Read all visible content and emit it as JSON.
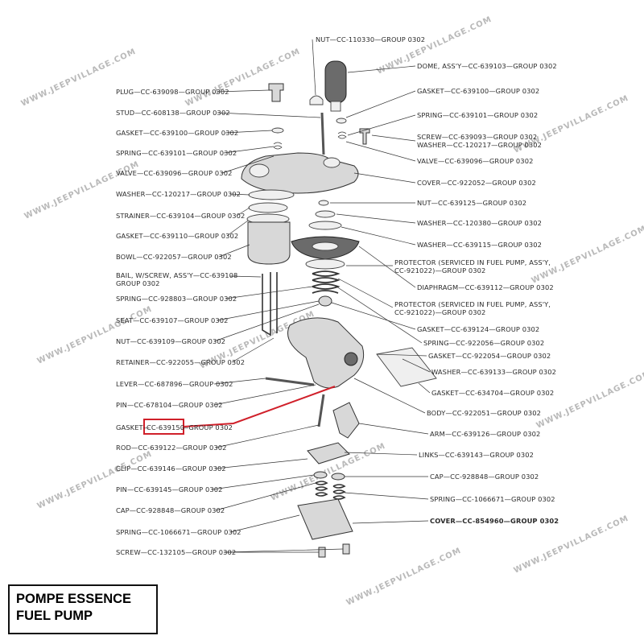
{
  "title": {
    "line1": "POMPE ESSENCE",
    "line2": "FUEL PUMP"
  },
  "watermark": "WWW.JEEPVILLAGE.COM",
  "highlight_color": "#d0202a",
  "highlight_part": "CC-639150",
  "left_labels": [
    {
      "text": "PLUG—CC-639098—GROUP 0302"
    },
    {
      "text": "STUD—CC-608138—GROUP 0302"
    },
    {
      "text": "GASKET—CC-639100—GROUP 0302"
    },
    {
      "text": "SPRING—CC-639101—GROUP 0302"
    },
    {
      "text": "VALVE—CC-639096—GROUP 0302"
    },
    {
      "text": "WASHER—CC-120217—GROUP 0302"
    },
    {
      "text": "STRAINER—CC-639104—GROUP 0302"
    },
    {
      "text": "GASKET—CC-639110—GROUP 0302"
    },
    {
      "text": "BOWL—CC-922057—GROUP 0302"
    },
    {
      "text": "BAIL, W/SCREW, ASS'Y—CC-639108"
    },
    {
      "text": "GROUP 0302"
    },
    {
      "text": "SPRING—CC-928803—GROUP 0302"
    },
    {
      "text": "SEAT—CC-639107—GROUP 0302"
    },
    {
      "text": "NUT—CC-639109—GROUP 0302"
    },
    {
      "text": "RETAINER—CC-922055—GROUP 0302"
    },
    {
      "text": "LEVER—CC-687896—GROUP 0302"
    },
    {
      "text": "PIN—CC-678104—GROUP 0302"
    },
    {
      "text": "GASKET—"
    },
    {
      "text": "—GROUP 0302"
    },
    {
      "text": "ROD—CC-639122—GROUP 0302"
    },
    {
      "text": "CLIP—CC-639146—GROUP 0302"
    },
    {
      "text": "PIN—CC-639145—GROUP 0302"
    },
    {
      "text": "CAP—CC-928848—GROUP 0302"
    },
    {
      "text": "SPRING—CC-1066671—GROUP 0302"
    },
    {
      "text": "SCREW—CC-132105—GROUP 0302"
    }
  ],
  "right_labels": [
    {
      "text": "NUT—CC-110330—GROUP 0302"
    },
    {
      "text": "DOME, ASS'Y—CC-639103—GROUP 0302"
    },
    {
      "text": "GASKET—CC-639100—GROUP 0302"
    },
    {
      "text": "SPRING—CC-639101—GROUP 0302"
    },
    {
      "text": "SCREW—CC-639093—GROUP 0302"
    },
    {
      "text": "WASHER—CC-120217—GROUP 0302"
    },
    {
      "text": "VALVE—CC-639096—GROUP 0302"
    },
    {
      "text": "COVER—CC-922052—GROUP 0302"
    },
    {
      "text": "NUT—CC-639125—GROUP 0302"
    },
    {
      "text": "WASHER—CC-120380—GROUP 0302"
    },
    {
      "text": "WASHER—CC-639115—GROUP 0302"
    },
    {
      "text": "PROTECTOR (SERVICED IN FUEL PUMP, ASS'Y,"
    },
    {
      "text": "CC-921022)—GROUP 0302"
    },
    {
      "text": "DIAPHRAGM—CC-639112—GROUP 0302"
    },
    {
      "text": "PROTECTOR (SERVICED IN FUEL PUMP, ASS'Y,"
    },
    {
      "text": "CC-921022)—GROUP 0302"
    },
    {
      "text": "GASKET—CC-639124—GROUP 0302"
    },
    {
      "text": "SPRING—CC-922056—GROUP 0302"
    },
    {
      "text": "GASKET—CC-922054—GROUP 0302"
    },
    {
      "text": "WASHER—CC-639133—GROUP 0302"
    },
    {
      "text": "GASKET—CC-634704—GROUP 0302"
    },
    {
      "text": "BODY—CC-922051—GROUP 0302"
    },
    {
      "text": "ARM—CC-639126—GROUP 0302"
    },
    {
      "text": "LINKS—CC-639143—GROUP 0302"
    },
    {
      "text": "CAP—CC-928848—GROUP 0302"
    },
    {
      "text": "SPRING—CC-1066671—GROUP 0302"
    },
    {
      "text": "COVER—CC-854960—GROUP 0302"
    }
  ]
}
